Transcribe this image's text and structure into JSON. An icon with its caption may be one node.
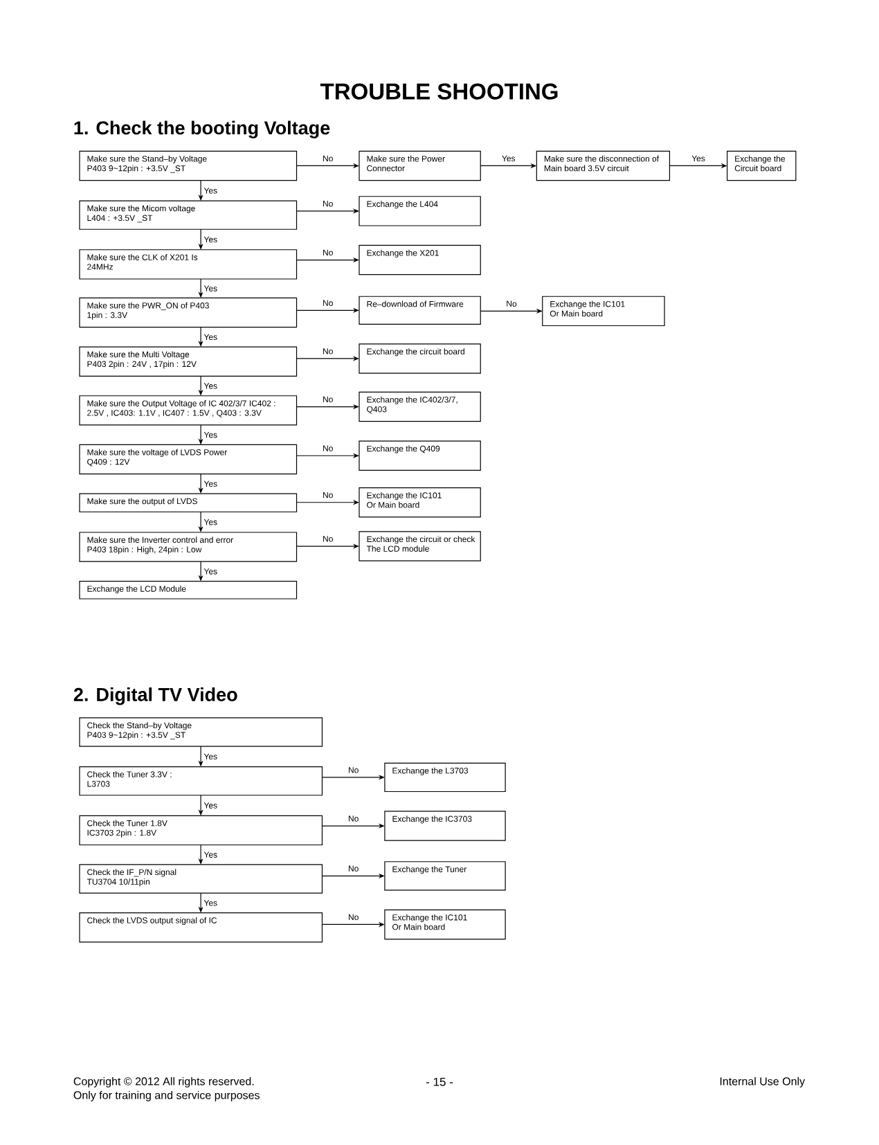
{
  "diagram": {
    "title": "TROUBLE SHOOTING",
    "nodes": [
      {
        "text": [
          "Make sure the Stand–by Voltage P403 9~12pin : +3.5V _ST"
        ]
      },
      {
        "text": [
          "Make sure the Power Connector"
        ]
      },
      {
        "text": [
          "Make sure the disconnection of Main board 3.5V circuit"
        ]
      },
      {
        "text": [
          "Exchange the Circuit board"
        ]
      },
      {
        "text": [
          "Make sure the Micom voltage L404 : +3.5V _ST"
        ]
      },
      {
        "text": [
          "Exchange the L404"
        ]
      },
      {
        "text": [
          "Make sure the CLK of X201 Is 24MHz"
        ]
      },
      {
        "text": [
          "Exchange the X201"
        ]
      },
      {
        "text": [
          "Make sure the PWR_ON of P403 1pin : 3.3V"
        ]
      },
      {
        "text": [
          "Re–download of Firmware"
        ]
      },
      {
        "text": [
          "Exchange the IC101 Or Main board"
        ]
      },
      {
        "text": [
          "Make sure the Multi Voltage P403 2pin : 24V , 17pin : 12V"
        ]
      },
      {
        "text": [
          "Exchange the circuit board"
        ]
      },
      {
        "text": [
          "Make sure the Output Voltage of IC 402/3/7 IC402 : 2.5V , IC403: 1.1V , IC407 : 1.5V , Q403 : 3.3V"
        ]
      },
      {
        "text": [
          "Exchange the IC402/3/7, Q403"
        ]
      },
      {
        "text": [
          "Make sure the voltage of LVDS Power Q409 : 12V"
        ]
      },
      {
        "text": [
          "Exchange the Q409"
        ]
      },
      {
        "text": [
          "Make sure the output of LVDS"
        ]
      },
      {
        "text": [
          "Exchange the IC101 Or Main board"
        ]
      },
      {
        "text": [
          "Make sure the Inverter control and error P403 18pin : High, 24pin : Low"
        ]
      },
      {
        "text": [
          "Exchange the circuit or check The LCD module"
        ]
      },
      {
        "text": [
          "Exchange the LCD Module"
        ]
      },
      {
        "text": [
          "Check the Stand–by Voltage P403 9~12pin : +3.5V _ST"
        ]
      },
      {
        "text": [
          "Check the Tuner 3.3V : L3703"
        ]
      },
      {
        "text": [
          "Exchange the L3703"
        ]
      },
      {
        "text": [
          "Check the Tuner 1.8V IC3703 2pin : 1.8V"
        ]
      },
      {
        "text": [
          "Exchange the IC3703"
        ]
      },
      {
        "text": [
          "Check the IF_P/N signal TU3704 10/11pin"
        ]
      },
      {
        "text": [
          "Exchange the Tuner"
        ]
      },
      {
        "text": [
          "Check the LVDS output signal of IC"
        ]
      },
      {
        "text": [
          "Exchange the IC101 Or Main board"
        ]
      }
    ],
    "edges": [
      {
        "from": 0,
        "to": 1,
        "arrow": "to",
        "label": "No"
      },
      {
        "from": 1,
        "to": 2,
        "arrow": "to",
        "label": "Yes"
      },
      {
        "from": 2,
        "to": 3,
        "arrow": "to",
        "label": "Yes"
      },
      {
        "from": 0,
        "to": 4,
        "arrow": "to",
        "label": "Yes"
      },
      {
        "from": 4,
        "to": 5,
        "arrow": "to",
        "label": "No"
      },
      {
        "from": 4,
        "to": 6,
        "arrow": "to",
        "label": "Yes"
      },
      {
        "from": 6,
        "to": 7,
        "arrow": "to",
        "label": "No"
      },
      {
        "from": 6,
        "to": 8,
        "arrow": "to",
        "label": "Yes"
      },
      {
        "from": 8,
        "to": 9,
        "arrow": "to",
        "label": "No"
      },
      {
        "from": 9,
        "to": 10,
        "arrow": "to",
        "label": "No"
      },
      {
        "from": 8,
        "to": 11,
        "arrow": "to",
        "label": "Yes"
      },
      {
        "from": 11,
        "to": 12,
        "arrow": "to",
        "label": "No"
      },
      {
        "from": 11,
        "to": 13,
        "arrow": "to",
        "label": "Yes"
      },
      {
        "from": 13,
        "to": 14,
        "arrow": "to",
        "label": "No"
      },
      {
        "from": 13,
        "to": 15,
        "arrow": "to",
        "label": "Yes"
      },
      {
        "from": 15,
        "to": 16,
        "arrow": "to",
        "label": "No"
      },
      {
        "from": 15,
        "to": 17,
        "arrow": "to",
        "label": "Yes"
      },
      {
        "from": 17,
        "to": 18,
        "arrow": "to",
        "label": "No"
      },
      {
        "from": 17,
        "to": 19,
        "arrow": "to",
        "label": "Yes"
      },
      {
        "from": 19,
        "to": 20,
        "arrow": "to",
        "label": "No"
      },
      {
        "from": 19,
        "to": 21,
        "arrow": "to",
        "label": "Yes"
      },
      {
        "from": 22,
        "to": 23,
        "arrow": "to",
        "label": "Yes"
      },
      {
        "from": 23,
        "to": 24,
        "arrow": "to",
        "label": "No"
      },
      {
        "from": 23,
        "to": 25,
        "arrow": "to",
        "label": "Yes"
      },
      {
        "from": 25,
        "to": 26,
        "arrow": "to",
        "label": "No"
      },
      {
        "from": 25,
        "to": 27,
        "arrow": "to",
        "label": "Yes"
      },
      {
        "from": 27,
        "to": 28,
        "arrow": "to",
        "label": "No"
      },
      {
        "from": 27,
        "to": 29,
        "arrow": "to",
        "label": "Yes"
      },
      {
        "from": 29,
        "to": 30,
        "arrow": "to",
        "label": "No"
      }
    ],
    "labels": [
      "1. Check the booting Voltage",
      "2. Digital TV Video",
      "Copyright © 2012 All rights reserved.",
      "- 15 -",
      "Internal Use Only",
      "Only for training and service purposes"
    ]
  }
}
